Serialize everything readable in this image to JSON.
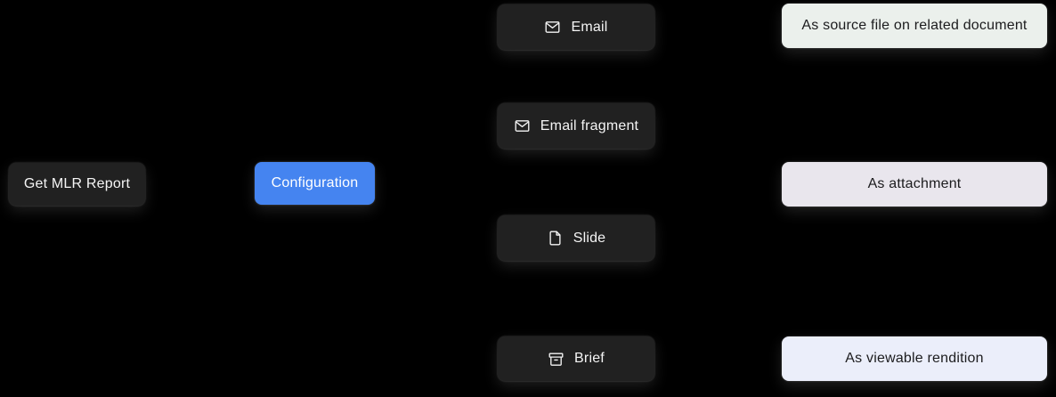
{
  "diagram": {
    "description": "Flow diagram on black background: Get MLR Report -> Configuration -> content types (Email, Email fragment, Slide, Brief) -> delivery modes",
    "nodes": [
      {
        "id": "get-mlr-report",
        "label": "Get MLR Report",
        "style": "dark",
        "icon": null
      },
      {
        "id": "configuration",
        "label": "Configuration",
        "style": "accent-blue",
        "icon": null
      },
      {
        "id": "email",
        "label": "Email",
        "style": "dark",
        "icon": "envelope-icon"
      },
      {
        "id": "email-fragment",
        "label": "Email fragment",
        "style": "dark",
        "icon": "envelope-icon"
      },
      {
        "id": "slide",
        "label": "Slide",
        "style": "dark",
        "icon": "file-icon"
      },
      {
        "id": "brief",
        "label": "Brief",
        "style": "dark",
        "icon": "archive-box-icon"
      },
      {
        "id": "as-source-file",
        "label": "As source file on related document",
        "style": "light-green",
        "icon": null
      },
      {
        "id": "as-attachment",
        "label": "As attachment",
        "style": "light-purple",
        "icon": null
      },
      {
        "id": "as-viewable-rendition",
        "label": "As viewable rendition",
        "style": "light-blue",
        "icon": null
      }
    ],
    "colors": {
      "background": "#000000",
      "node_dark": "#212121",
      "node_accent_blue": "#4584f0",
      "node_light_green": "#ebf0ec",
      "node_light_purple": "#e9e6ed",
      "node_light_blue": "#ebeefa",
      "text_on_dark": "#f5f5f5",
      "text_on_light": "#1c1c1e"
    }
  }
}
